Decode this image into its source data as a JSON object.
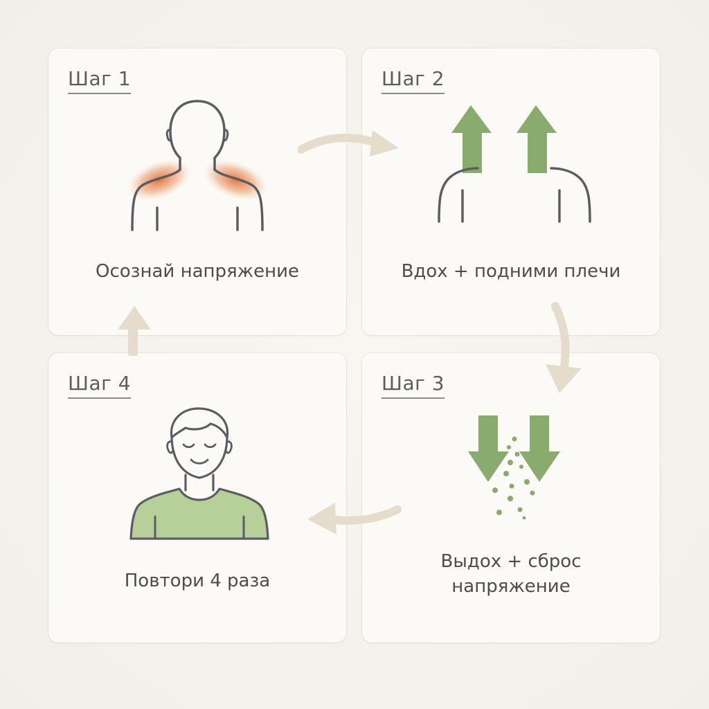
{
  "steps": [
    {
      "title": "Шаг 1",
      "caption": "Осознай напряжение"
    },
    {
      "title": "Шаг 2",
      "caption": "Вдох + подними плечи"
    },
    {
      "title": "Шаг 3",
      "caption_line1": "Выдох + сброс",
      "caption_line2": "напряжение"
    },
    {
      "title": "Шаг 4",
      "caption": "Повтори 4 раза"
    }
  ],
  "colors": {
    "background": "#f4f1eb",
    "card": "#fbfaf7",
    "outline": "#5b5d62",
    "tension": "#e0703a",
    "green_arrow": "#8aab6e",
    "shirt": "#b7d09a",
    "flow_arrow": "#e6dccb",
    "text": "#4f4d4a"
  },
  "icons": [
    "person-shoulders-tension-icon",
    "shoulders-raise-arrows-icon",
    "down-arrows-release-icon",
    "calm-person-icon",
    "cycle-arrow-icon"
  ]
}
